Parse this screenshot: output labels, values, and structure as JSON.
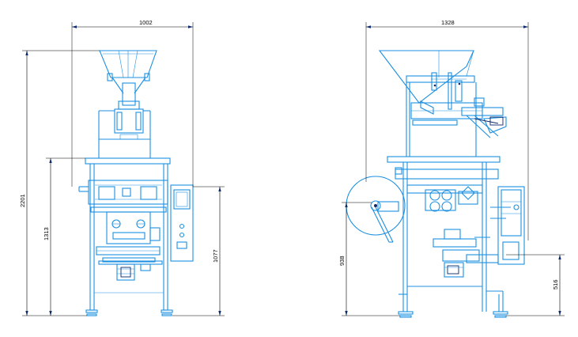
{
  "dimensions": {
    "front_width": "1002",
    "front_total_height": "2201",
    "front_platform_height": "1313",
    "front_panel_height": "1077",
    "side_width": "1328",
    "side_reel_height": "938",
    "side_low_height": "516"
  },
  "colors": {
    "line": "#1c8fe0",
    "dimension": "#000000",
    "dark_detail": "#0a2a6a",
    "background": "#ffffff"
  }
}
